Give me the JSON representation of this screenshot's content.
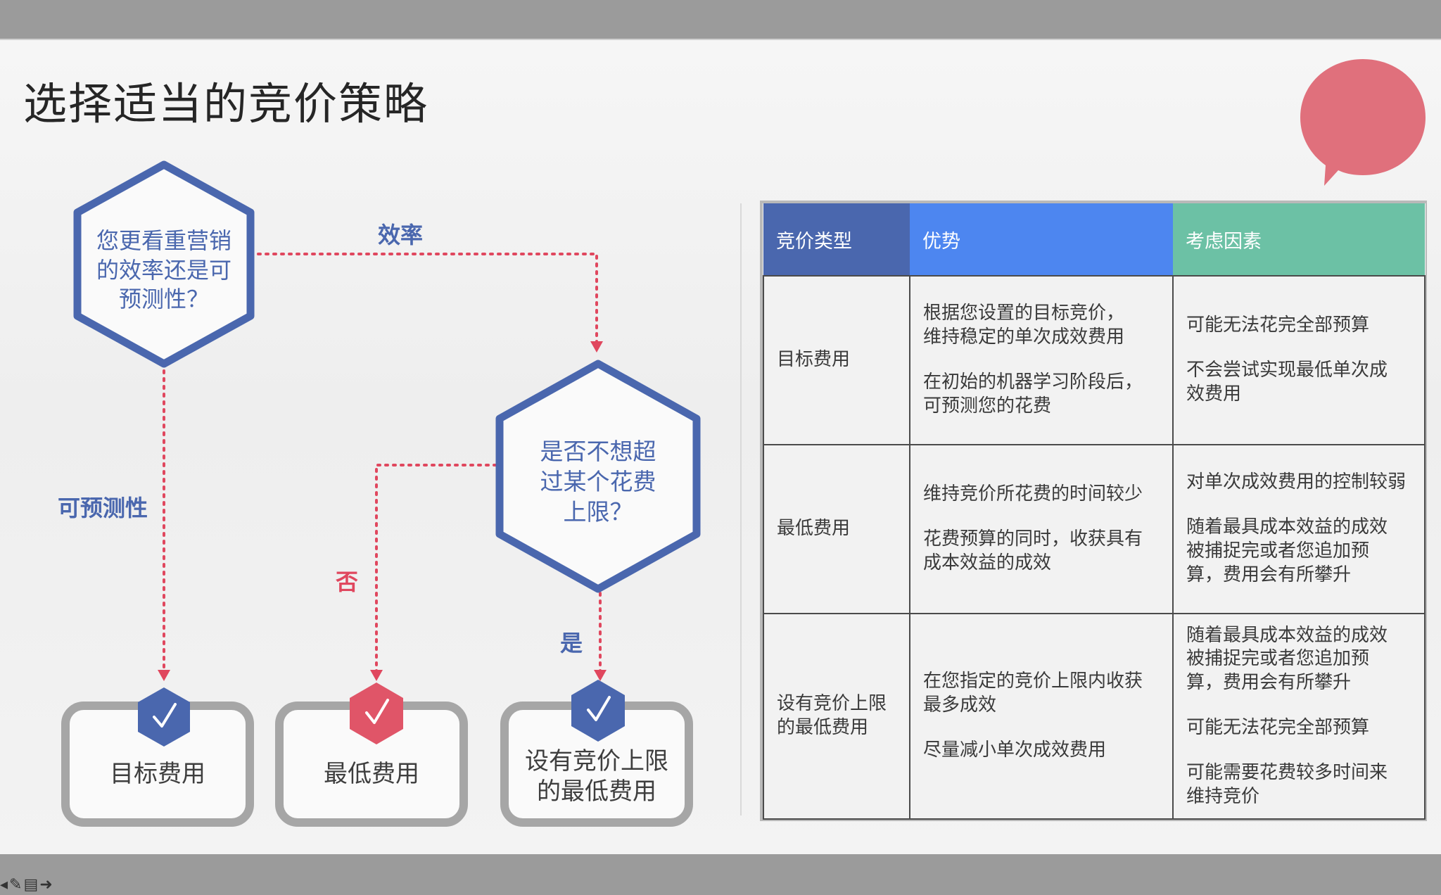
{
  "title": "选择适当的竞价策略",
  "colors": {
    "hex_stroke": "#4a67ae",
    "dotted_line": "#e0475e",
    "blue_badge": "#4a67ae",
    "red_badge": "#e05568",
    "bubble": "#e0707c",
    "header_type": "#4a67ae",
    "header_advantage": "#4d86f0",
    "header_consider": "#6cc1a5"
  },
  "flowchart": {
    "hex1": {
      "lines": [
        "您更看重营销",
        "的效率还是可",
        "预测性？"
      ]
    },
    "hex2": {
      "lines": [
        "是否不想超",
        "过某个花费",
        "上限？"
      ]
    },
    "label_efficiency": "效率",
    "label_predictability": "可预测性",
    "label_no": "否",
    "label_yes": "是",
    "results": [
      {
        "badge_icon": "checkmark-icon",
        "badge_color": "blue",
        "lines": [
          "目标费用"
        ]
      },
      {
        "badge_icon": "checkmark-icon",
        "badge_color": "red",
        "lines": [
          "最低费用"
        ]
      },
      {
        "badge_icon": "checkmark-icon",
        "badge_color": "blue",
        "lines": [
          "设有竞价上限",
          "的最低费用"
        ]
      }
    ]
  },
  "table": {
    "headers": [
      "竞价类型",
      "优势",
      "考虑因素"
    ],
    "rows": [
      {
        "type_lines": [
          "目标费用"
        ],
        "advantages": [
          [
            "根据您设置的目标竞价，",
            "维持稳定的单次成效费用"
          ],
          [
            "在初始的机器学习阶段后，",
            "可预测您的花费"
          ]
        ],
        "considerations": [
          [
            "可能无法花完全部预算"
          ],
          [
            "不会尝试实现最低单次成",
            "效费用"
          ]
        ]
      },
      {
        "type_lines": [
          "最低费用"
        ],
        "advantages": [
          [
            "维持竞价所花费的时间较少"
          ],
          [
            "花费预算的同时，收获具有",
            "成本效益的成效"
          ]
        ],
        "considerations": [
          [
            "对单次成效费用的控制较弱"
          ],
          [
            "随着最具成本效益的成效",
            "被捕捉完或者您追加预",
            "算，费用会有所攀升"
          ]
        ]
      },
      {
        "type_lines": [
          "设有竞价上限",
          "的最低费用"
        ],
        "advantages": [
          [
            "在您指定的竞价上限内收获",
            "最多成效"
          ],
          [
            "尽量减小单次成效费用"
          ]
        ],
        "considerations": [
          [
            "随着最具成本效益的成效",
            "被捕捉完或者您追加预",
            "算，费用会有所攀升"
          ],
          [
            "可能无法花完全部预算"
          ],
          [
            "可能需要花费较多时间来",
            "维持竞价"
          ]
        ]
      }
    ]
  },
  "corner_icon": "speech-bubble-icon",
  "toolbar_icons": [
    "arrow-left-icon",
    "pen-icon",
    "menu-icon",
    "arrow-right-icon"
  ]
}
